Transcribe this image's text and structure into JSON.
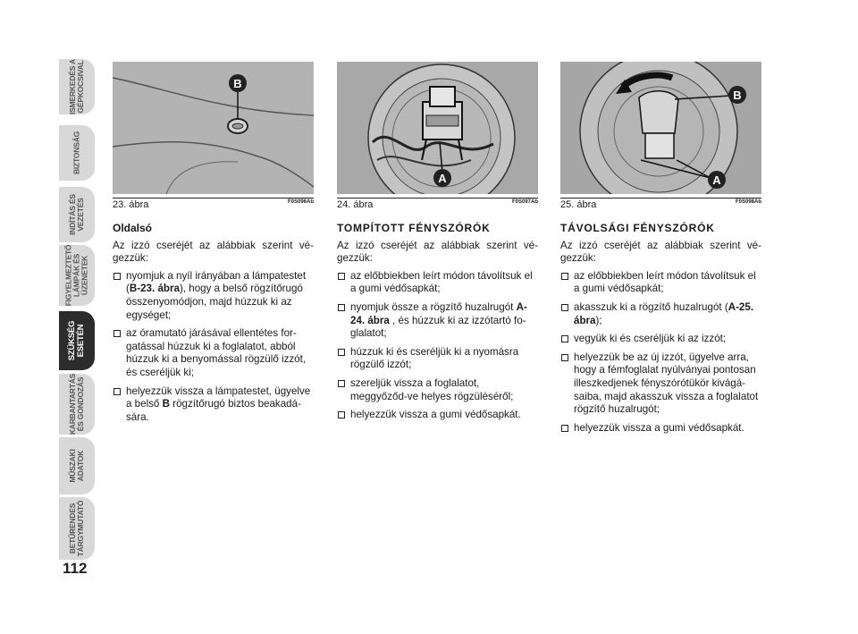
{
  "sidebar": {
    "tabs": [
      {
        "label": "ISMERKEDÉS A\nGÉPKOCSIVAL",
        "active": false
      },
      {
        "label": "BIZTONSÁG",
        "active": false
      },
      {
        "label": "INDÍTÁS ÉS\nVEZETÉS",
        "active": false
      },
      {
        "label": "FIGYELMEZTETŐ\nLÁMPÁK ÉS\nÜZENETEK",
        "active": false
      },
      {
        "label": "SZÜKSÉG\nESETÉN",
        "active": true
      },
      {
        "label": "KARBANTARTÁS\nÉS GONDOZÁS",
        "active": false
      },
      {
        "label": "MŰSZAKI\nADATOK",
        "active": false
      },
      {
        "label": "BETŰRENDES\nTÁRGYMUTATÓ",
        "active": false
      }
    ]
  },
  "page_number": "112",
  "figures": [
    {
      "caption": "23. ábra",
      "code": "F0S096Ab",
      "markers": [
        "B"
      ]
    },
    {
      "caption": "24. ábra",
      "code": "F0S097Ab",
      "markers": [
        "A"
      ]
    },
    {
      "caption": "25. ábra",
      "code": "F0S098Ab",
      "markers": [
        "B",
        "A"
      ]
    }
  ],
  "col1": {
    "subtitle": "Oldalsó",
    "intro": "Az izzó cseréjét az alábbiak szerint vé-gezzük:",
    "b1_a": "nyomjuk a nyíl irányában a lámpatestet (",
    "b1_ref": "B-23. ábra",
    "b1_b": "), hogy a belső rögzítőrugó összenyomódjon, majd húzzuk ki az egységet;",
    "b2": "az óramutató járásával ellentétes for-gatással húzzuk ki a foglalatot, abból húzzuk ki a benyomással rögzülő izzót, és cseréljük ki;",
    "b3_a": "helyezzük vissza a lámpatestet, ügyelve a belső ",
    "b3_ref": "B",
    "b3_b": " rögzítőrugó biztos beakadá-sára."
  },
  "col2": {
    "title": "TOMPÍTOTT FÉNYSZÓRÓK",
    "intro": "Az izzó cseréjét az alábbiak szerint vé-gezzük:",
    "b1": "az előbbiekben leírt módon távolítsuk el a gumi védősapkát;",
    "b2_a": "nyomjuk össze a rögzítő huzalrugót ",
    "b2_ref": "A-24. ábra",
    "b2_b": " , és húzzuk ki az izzótartó fo-glalatot;",
    "b3": "húzzuk ki és cseréljük ki a nyomásra rögzülő izzót;",
    "b4": "szereljük vissza a foglalatot, meggyőződ-ve helyes rögzüléséről;",
    "b5": "helyezzük vissza a gumi védősapkát."
  },
  "col3": {
    "title": "TÁVOLSÁGI FÉNYSZÓRÓK",
    "intro": "Az izzó cseréjét az alábbiak szerint vé-gezzük:",
    "b1": "az előbbiekben leírt módon távolítsuk el a gumi védősapkát;",
    "b2_a": "akasszuk ki a rögzítő huzalrugót (",
    "b2_ref": "A-25. ábra",
    "b2_b": ");",
    "b3": "vegyük ki és cseréljük ki az izzót;",
    "b4": "helyezzük be az új izzót, ügyelve arra, hogy a fémfoglalat nyúlványai pontosan illeszkedjenek fényszórótükör kivágá-saiba, majd akasszuk vissza a foglalatot rögzítő huzalrugót;",
    "b5": "helyezzük vissza a gumi védősapkát."
  }
}
